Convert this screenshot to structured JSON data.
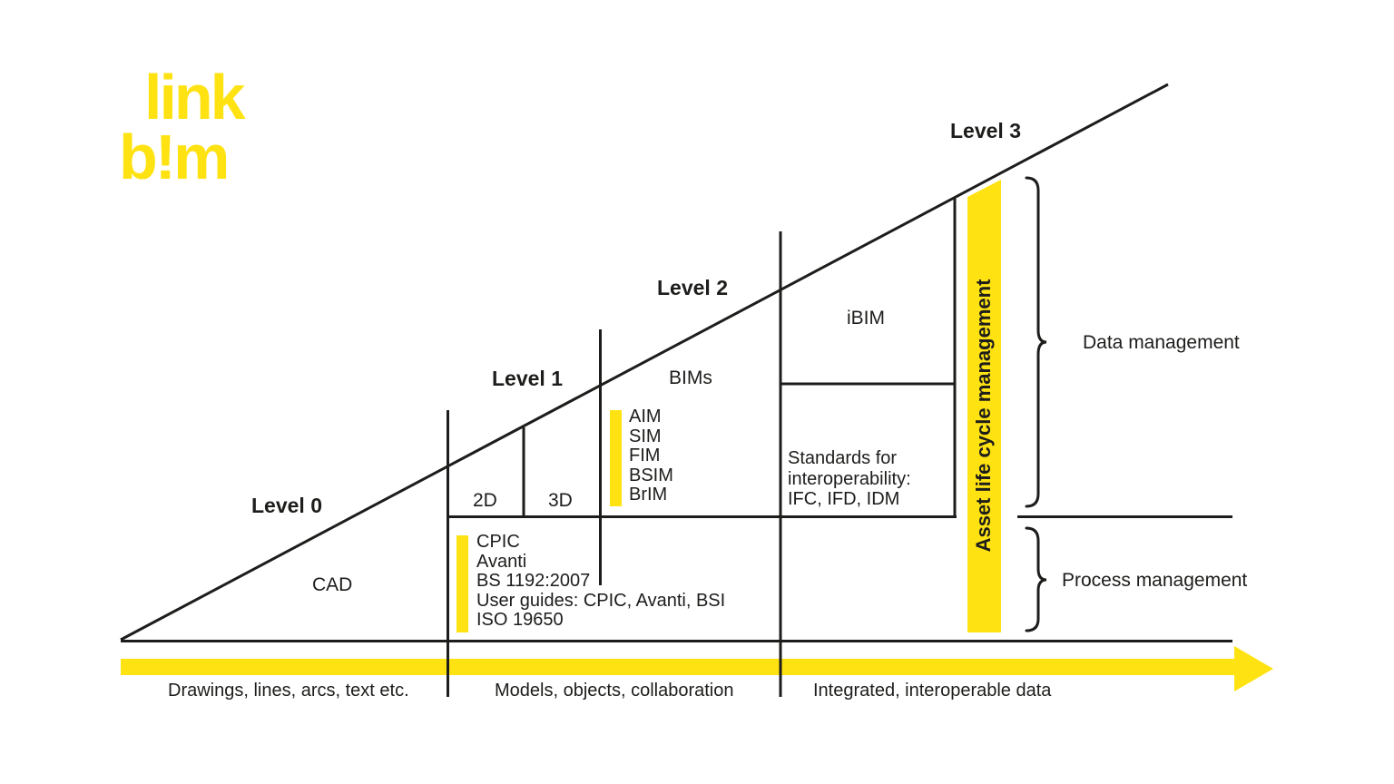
{
  "colors": {
    "yellow": "#ffe212",
    "ink": "#1d1d1b"
  },
  "logo": {
    "line1": "link",
    "line2": "b!m"
  },
  "levels": {
    "l0": "Level 0",
    "l1": "Level 1",
    "l2": "Level 2",
    "l3": "Level 3"
  },
  "zones": {
    "cad": "CAD",
    "two_d": "2D",
    "three_d": "3D",
    "bims": "BIMs",
    "ibim": "iBIM"
  },
  "level2_models": [
    "AIM",
    "SIM",
    "FIM",
    "BSIM",
    "BrIM"
  ],
  "level1_standards": [
    "CPIC",
    "Avanti",
    "BS 1192:2007",
    "User guides: CPIC, Avanti, BSI",
    "ISO 19650"
  ],
  "interoperability": {
    "line1": "Standards for",
    "line2": "interoperability:",
    "line3": "IFC, IFD, IDM"
  },
  "asset_bar_label": "Asset life cycle management",
  "braces": {
    "data": "Data management",
    "process": "Process management"
  },
  "axis_labels": {
    "level0": "Drawings, lines, arcs, text etc.",
    "level1": "Models, objects, collaboration",
    "level2_3": "Integrated, interoperable data"
  }
}
